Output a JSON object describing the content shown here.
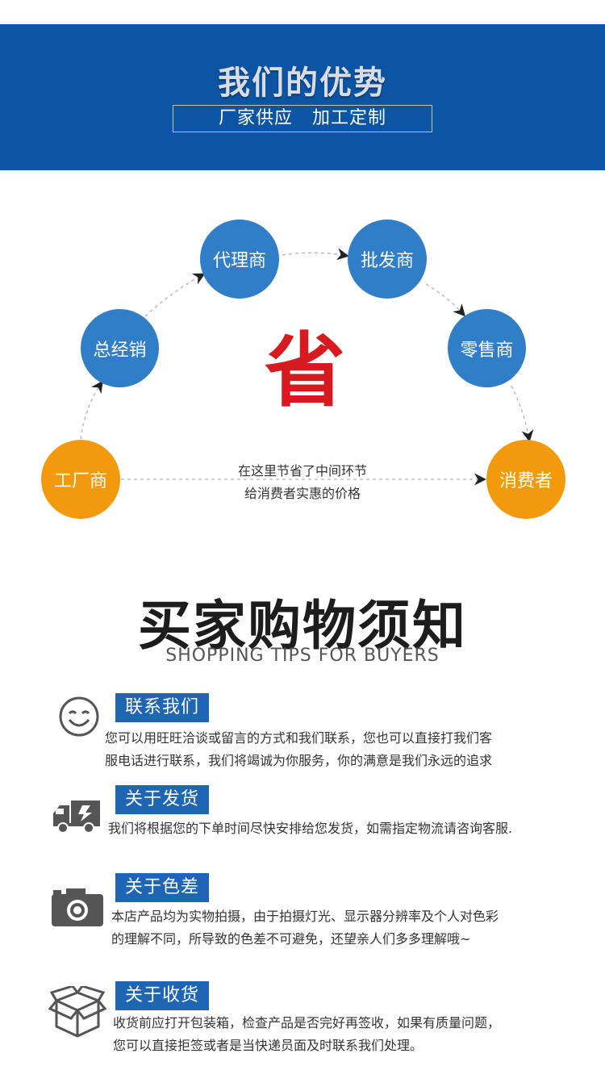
{
  "hero": {
    "title": "我们的优势",
    "subtitle": "厂家供应   加工定制"
  },
  "flow": {
    "nodes": {
      "factory": "工厂商",
      "distributor": "总经销",
      "agent": "代理商",
      "wholesaler": "批发商",
      "retailer": "零售商",
      "consumer": "消费者"
    },
    "center_char": "省",
    "note_line1": "在这里节省了中间环节",
    "note_line2": "给消费者实惠的价格"
  },
  "tips": {
    "title": "买家购物须知",
    "subtitle": "SHOPPING TIPS FOR BUYERS",
    "items": [
      {
        "icon": "smiley-icon",
        "heading": "联系我们",
        "line1": "您可以用旺旺洽谈或留言的方式和我们联系，您也可以直接打我们客",
        "line2": "服电话进行联系，我们将竭诚为你服务，你的满意是我们永远的追求"
      },
      {
        "icon": "truck-icon",
        "heading": "关于发货",
        "line1": "我们将根据您的下单时间尽快安排给您发货，如需指定物流请咨询客服.",
        "line2": ""
      },
      {
        "icon": "camera-icon",
        "heading": "关于色差",
        "line1": "本店产品均为实物拍摄，由于拍摄灯光、显示器分辨率及个人对色彩",
        "line2": "的理解不同，所导致的色差不可避免，还望亲人们多多理解哦~"
      },
      {
        "icon": "box-icon",
        "heading": "关于收货",
        "line1": "收货前应打开包装箱，检查产品是否完好再签收，如果有质量问题，",
        "line2": "您可以直接拒签或者是当快递员面及时联系我们处理。"
      }
    ]
  },
  "colors": {
    "hero_bg": "#0c55a4",
    "node_blue": "#2f7ec7",
    "node_orange": "#f39a0c",
    "accent_red": "#d71920",
    "tip_head_bg": "#1e66b4"
  }
}
